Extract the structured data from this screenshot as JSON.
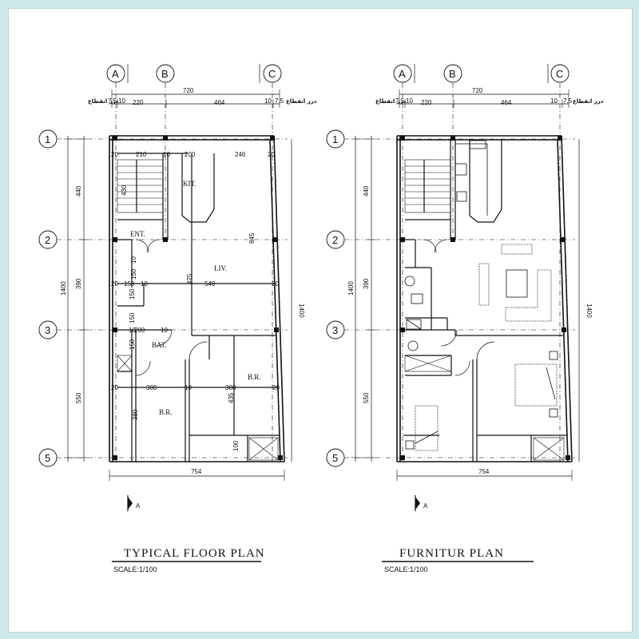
{
  "grid": {
    "columns": [
      "A",
      "B",
      "C"
    ],
    "rows": [
      "1",
      "2",
      "3",
      "5"
    ]
  },
  "plans": [
    {
      "title": "TYPICAL   FLOOR  PLAN",
      "scale": "SCALE:1/100",
      "section_marker": "A",
      "facade_note": "درز انقطاع",
      "dims_top": {
        "total": "720",
        "left_gap": "7.5",
        "s1": "10",
        "s2": "220",
        "s3": "464",
        "s4": "10",
        "right_gap": "7.5"
      },
      "dims_left": {
        "total": "1400",
        "d1": "440",
        "d2": "390",
        "d3": "550"
      },
      "dim_right": "1400",
      "dim_bottom": "754",
      "rooms": {
        "kit": "KIT.",
        "ent": "ENT.",
        "liv": "LIV.",
        "bat": "BAT.",
        "br1": "B.R.",
        "br2": "B.R."
      },
      "inner_dims": [
        "20",
        "210",
        "10",
        "200",
        "246",
        "20",
        "430",
        "845",
        "10",
        "150",
        "20",
        "150",
        "10",
        "549",
        "475",
        "20",
        "150",
        "150",
        "10",
        "200",
        "10",
        "20",
        "300",
        "10",
        "380",
        "20",
        "380",
        "435",
        "100",
        "150"
      ]
    },
    {
      "title": "FURNITUR    PLAN",
      "scale": "SCALE:1/100",
      "section_marker": "A",
      "facade_note": "درز انقطاع",
      "dims_top": {
        "total": "720",
        "left_gap": "7.5",
        "s1": "10",
        "s2": "220",
        "s3": "464",
        "s4": "10",
        "right_gap": "7.5"
      },
      "dims_left": {
        "total": "1400",
        "d1": "440",
        "d2": "390",
        "d3": "550"
      },
      "dim_right": "1400",
      "dim_bottom": "754"
    }
  ]
}
